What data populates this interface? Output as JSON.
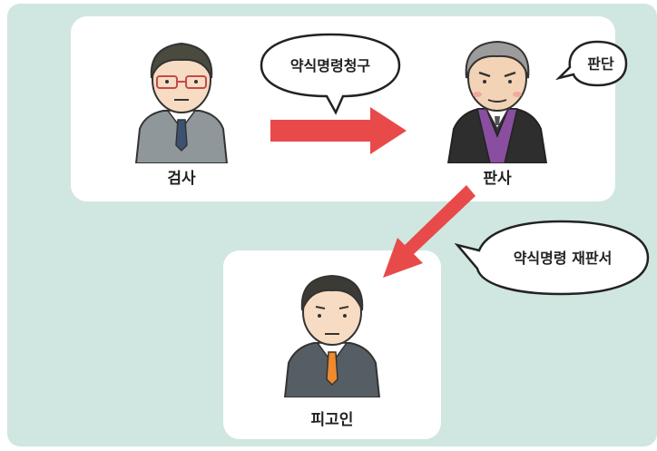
{
  "roles": {
    "prosecutor": "검사",
    "judge": "판사",
    "defendant": "피고인"
  },
  "bubbles": {
    "request": "약식명령청구",
    "decision": "판단",
    "document": "약식명령 재판서"
  },
  "colors": {
    "background": "#cfe7e0",
    "box": "#ffffff",
    "arrow": "#e84a4a"
  }
}
